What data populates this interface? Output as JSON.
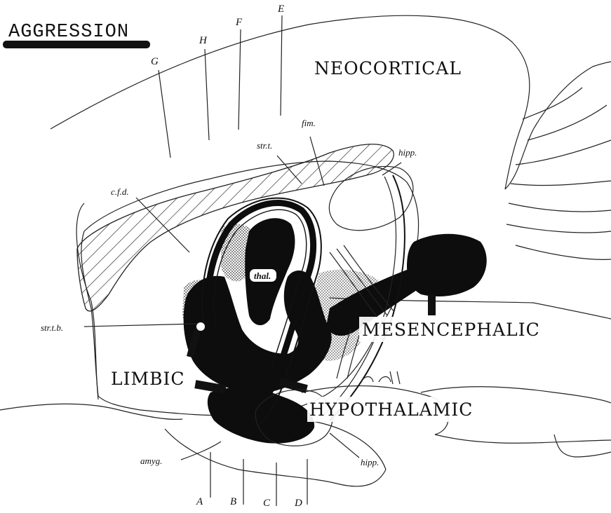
{
  "title": "AGGRESSION",
  "region_labels": {
    "neocortical": "NEOCORTICAL",
    "limbic": "LIMBIC",
    "mesencephalic": "MESENCEPHALIC",
    "hypothalamic": "HYPOTHALAMIC"
  },
  "structure_labels": {
    "thal": "thal.",
    "str_t": "str.t.",
    "fim": "fim.",
    "hipp_upper": "hipp.",
    "cfd": "c.f.d.",
    "str_t_b": "str.t.b.",
    "amyg": "amyg.",
    "hipp_lower": "hipp."
  },
  "section_levels_top": [
    "G",
    "H",
    "F",
    "E"
  ],
  "section_levels_bottom": [
    "A",
    "B",
    "C",
    "D"
  ],
  "colors": {
    "ink": "#111111",
    "stipple": "#b8b8b8",
    "background": "#ffffff"
  }
}
